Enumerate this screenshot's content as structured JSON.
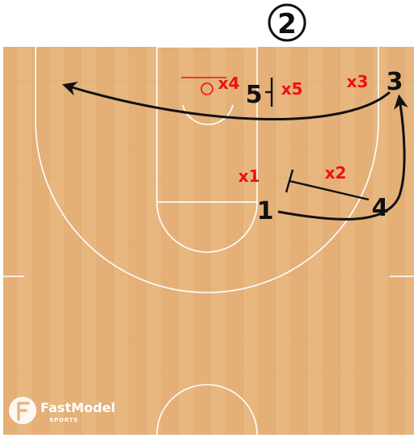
{
  "diagram": {
    "step_number": "2",
    "offense": [
      "1",
      "3",
      "4",
      "5"
    ],
    "defense": [
      "x1",
      "x2",
      "x3",
      "x4",
      "x5"
    ]
  },
  "logo": {
    "brand": "FastModel",
    "sub": "SPORTS"
  },
  "colors": {
    "court": "#e8b67f",
    "court_lines": "#ffffff",
    "offense": "#111111",
    "defense": "#ee1111"
  }
}
